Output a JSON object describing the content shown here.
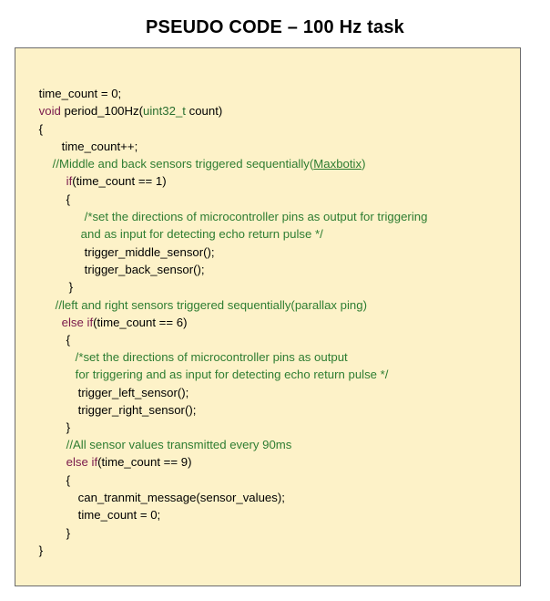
{
  "title": "PSEUDO CODE – 100 Hz task",
  "code": {
    "l1": "time_count = 0;",
    "l2_kw": "void",
    "l2_a": " period_100Hz(",
    "l2_type": "uint32_t",
    "l2_b": " count)",
    "l3": "{",
    "l4": "time_count++;",
    "l5_a": "//Middle and back sensors triggered sequentially(",
    "l5_link": "Maxbotix",
    "l5_b": ")",
    "l6_kw": "if",
    "l6_rest": "(time_count == 1)",
    "l7": "{",
    "l8": "/*set the directions of microcontroller pins as output for triggering",
    "l9": "and as input for detecting echo return pulse */",
    "l10": "trigger_middle_sensor();",
    "l11": "trigger_back_sensor();",
    "l12": "}",
    "l13": "//left and right sensors triggered sequentially(parallax ping)",
    "l14_kw": "else if",
    "l14_rest": "(time_count == 6)",
    "l15": "{",
    "l16": "/*set the directions of microcontroller pins as output",
    "l17": "for triggering and as input for detecting echo return pulse */",
    "l18": "trigger_left_sensor();",
    "l19": "trigger_right_sensor();",
    "l20": "}",
    "l21": "//All sensor values transmitted every 90ms",
    "l22_kw": "else if",
    "l22_rest": "(time_count == 9)",
    "l23": "{",
    "l24": "can_tranmit_message(sensor_values);",
    "l25": "time_count = 0;",
    "l26": "}",
    "l27": "}"
  },
  "colors": {
    "box_background": "#fdf2c8",
    "keyword": "#7a1a4c",
    "comment": "#2e7d32"
  }
}
